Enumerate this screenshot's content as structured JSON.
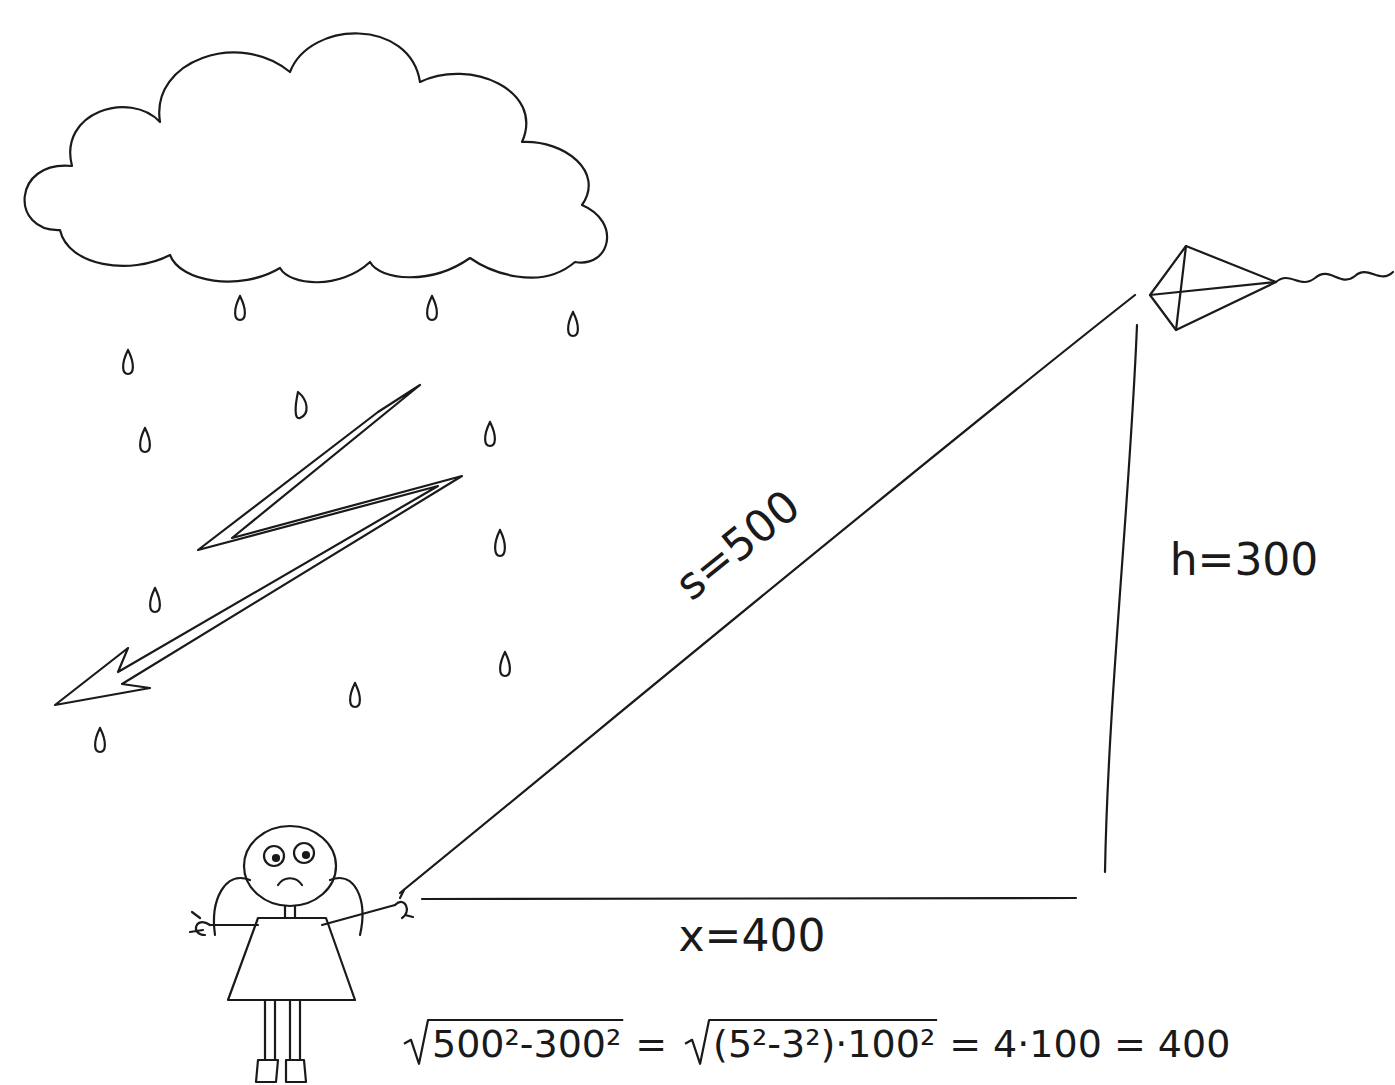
{
  "diagram": {
    "labels": [
      "s=500",
      "h=300",
      "x=400",
      "500²-300²",
      "=",
      "(5²-3²)·100²",
      "= 4·100 = 400"
    ]
  }
}
